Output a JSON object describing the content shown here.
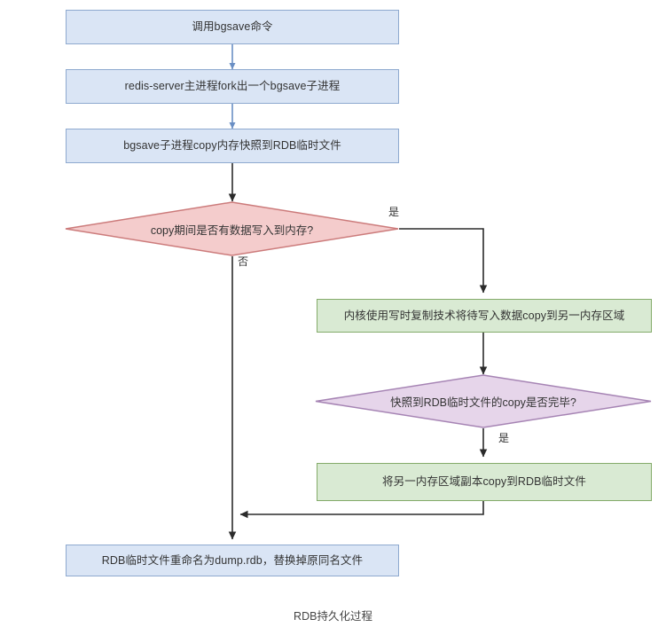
{
  "diagram": {
    "caption": "RDB持久化过程",
    "nodes": {
      "start": {
        "label": "调用bgsave命令",
        "type": "process",
        "color": "#dae5f5"
      },
      "fork": {
        "label": "redis-server主进程fork出一个bgsave子进程",
        "type": "process",
        "color": "#dae5f5"
      },
      "copy_snapshot": {
        "label": "bgsave子进程copy内存快照到RDB临时文件",
        "type": "process",
        "color": "#dae5f5"
      },
      "decision_write": {
        "label": "copy期间是否有数据写入到内存?",
        "type": "decision",
        "color": "#f4cccc"
      },
      "cow": {
        "label": "内核使用写时复制技术将待写入数据copy到另一内存区域",
        "type": "process",
        "color": "#d9ead3"
      },
      "decision_done": {
        "label": "快照到RDB临时文件的copy是否完毕?",
        "type": "decision",
        "color": "#e6d5ea"
      },
      "copy_back": {
        "label": "将另一内存区域副本copy到RDB临时文件",
        "type": "process",
        "color": "#d9ead3"
      },
      "rename": {
        "label": "RDB临时文件重命名为dump.rdb，替换掉原同名文件",
        "type": "process",
        "color": "#dae5f5"
      }
    },
    "edge_labels": {
      "yes_write": "是",
      "no_write": "否",
      "yes_done": "是"
    }
  }
}
